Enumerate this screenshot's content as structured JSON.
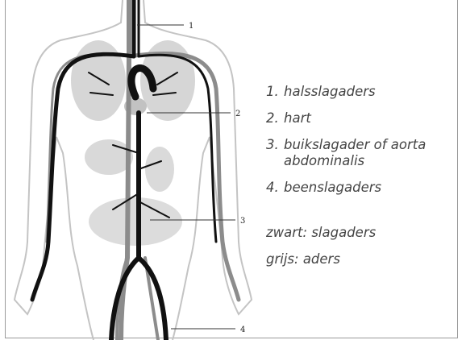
{
  "legend": {
    "items": [
      {
        "num": "1.",
        "text": "halsslagaders"
      },
      {
        "num": "2.",
        "text": "hart"
      },
      {
        "num": "3.",
        "text": "buikslagader of aorta abdominalis"
      },
      {
        "num": "4.",
        "text": "beenslagaders"
      }
    ],
    "key_black": "zwart: slagaders",
    "key_grey": "grijs: aders"
  },
  "pointers": [
    "1",
    "2",
    "3",
    "4"
  ],
  "colors": {
    "artery": "#111111",
    "vein": "#8c8c8c",
    "organ": "#cfcfcf",
    "outline": "#b5b5b5"
  }
}
